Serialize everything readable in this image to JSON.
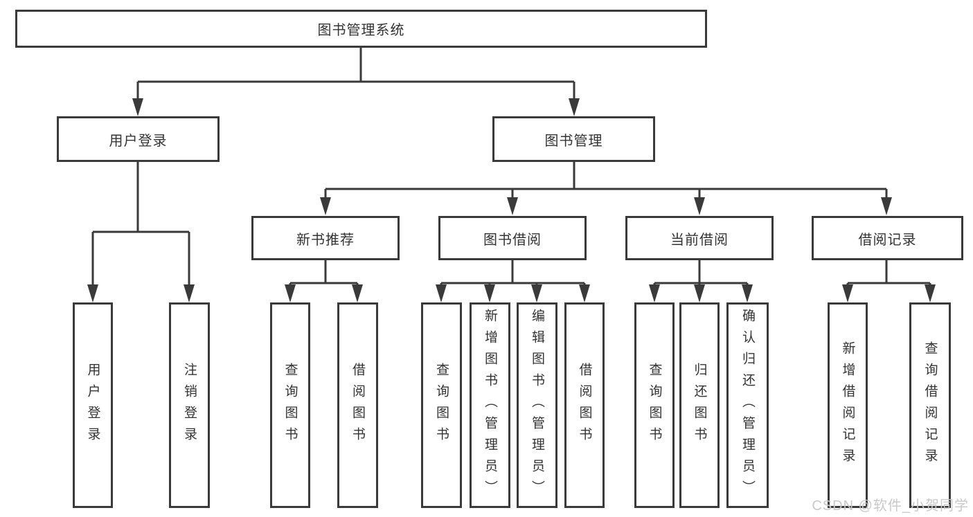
{
  "diagram": {
    "root": "图书管理系统",
    "level1": {
      "user_login": "用户登录",
      "book_mgmt": "图书管理"
    },
    "level2": {
      "new_books": "新书推荐",
      "borrow": "图书借阅",
      "current": "当前借阅",
      "records": "借阅记录"
    },
    "leaves": {
      "user_login": [
        "用户登录",
        "注销登录"
      ],
      "new_books": [
        "查询图书",
        "借阅图书"
      ],
      "borrow": [
        "查询图书",
        "新增图书（管理员）",
        "编辑图书（管理员）",
        "借阅图书"
      ],
      "current": [
        "查询图书",
        "归还图书",
        "确认归还（管理员）"
      ],
      "records": [
        "新增借阅记录",
        "查询借阅记录"
      ]
    }
  },
  "watermark": "CSDN @软件_小贺同学",
  "colors": {
    "line": "#3a3a3a",
    "text": "#333333",
    "watermark": "#c9c9c9",
    "background": "#ffffff"
  }
}
